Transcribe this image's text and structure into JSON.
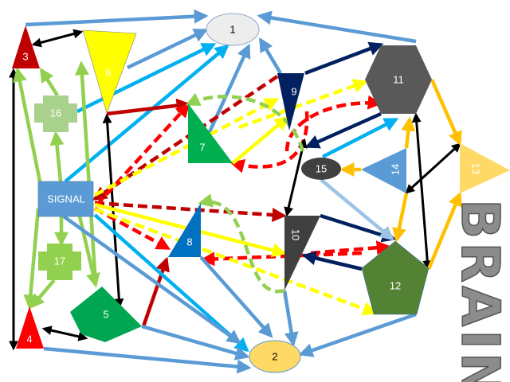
{
  "title_text": "BRAIN",
  "signal": {
    "label": "SIGNAL",
    "color": "#5b9bd5"
  },
  "nodes": {
    "n1": {
      "label": "1",
      "color": "#ededed"
    },
    "n2": {
      "label": "2",
      "color": "#ffd966"
    },
    "n3": {
      "label": "3",
      "color": "#c00000"
    },
    "n4": {
      "label": "4",
      "color": "#ff0000"
    },
    "n5": {
      "label": "5",
      "color": "#00a651"
    },
    "n6": {
      "label": "6",
      "color": "#ffff00"
    },
    "n7": {
      "label": "7",
      "color": "#00b050"
    },
    "n8": {
      "label": "8",
      "color": "#0070c0"
    },
    "n9": {
      "label": "9",
      "color": "#002060"
    },
    "n10": {
      "label": "10",
      "color": "#404040"
    },
    "n11": {
      "label": "11",
      "color": "#595959"
    },
    "n12": {
      "label": "12",
      "color": "#548235"
    },
    "n13": {
      "label": "13",
      "color": "#ffd966"
    },
    "n14": {
      "label": "14",
      "color": "#5b9bd5"
    },
    "n15": {
      "label": "15",
      "color": "#404040"
    },
    "n16": {
      "label": "16",
      "color": "#a9d18e"
    },
    "n17": {
      "label": "17",
      "color": "#92d050"
    }
  },
  "edge_colors": {
    "steel": "#5b9bd5",
    "sky": "#00b0f0",
    "black": "#000000",
    "green": "#92d050",
    "darkred": "#c00000",
    "red": "#ff0000",
    "yellow": "#ffff00",
    "navy": "#002060",
    "orange": "#ffc000",
    "pale": "#9dc3e6"
  },
  "edges": [
    {
      "from": "3",
      "to": "1",
      "color": "steel",
      "style": "solid"
    },
    {
      "from": "6",
      "to": "1",
      "color": "steel",
      "style": "solid"
    },
    {
      "from": "16",
      "to": "1",
      "color": "sky",
      "style": "solid"
    },
    {
      "from": "SIGNAL",
      "to": "1",
      "color": "sky",
      "style": "solid"
    },
    {
      "from": "7",
      "to": "1",
      "color": "steel",
      "style": "solid"
    },
    {
      "from": "9",
      "to": "1",
      "color": "steel",
      "style": "solid"
    },
    {
      "from": "11",
      "to": "1",
      "color": "steel",
      "style": "solid"
    },
    {
      "from": "3",
      "to": "6",
      "color": "black",
      "style": "both"
    },
    {
      "from": "4",
      "to": "3",
      "color": "black",
      "style": "both"
    },
    {
      "from": "4",
      "to": "5",
      "color": "black",
      "style": "both"
    },
    {
      "from": "5",
      "to": "6",
      "color": "black",
      "style": "both"
    },
    {
      "from": "SIGNAL",
      "to": "3",
      "color": "green",
      "style": "solid"
    },
    {
      "from": "16",
      "to": "3",
      "color": "green",
      "style": "solid"
    },
    {
      "from": "SIGNAL",
      "to": "16",
      "color": "green",
      "style": "solid"
    },
    {
      "from": "5",
      "to": "6",
      "color": "green",
      "style": "solid"
    },
    {
      "from": "SIGNAL",
      "to": "17",
      "color": "green",
      "style": "solid"
    },
    {
      "from": "17",
      "to": "4",
      "color": "green",
      "style": "solid"
    },
    {
      "from": "SIGNAL",
      "to": "4",
      "color": "green",
      "style": "solid"
    },
    {
      "from": "SIGNAL",
      "to": "5",
      "color": "green",
      "style": "solid"
    },
    {
      "from": "6",
      "to": "7",
      "color": "darkred",
      "style": "solid"
    },
    {
      "from": "5",
      "to": "8",
      "color": "darkred",
      "style": "solid"
    },
    {
      "from": "9",
      "to": "SIGNAL",
      "color": "darkred",
      "style": "dashed"
    },
    {
      "from": "SIGNAL",
      "to": "10",
      "color": "darkred",
      "style": "dashed"
    },
    {
      "from": "SIGNAL",
      "to": "7",
      "color": "red",
      "style": "dashed"
    },
    {
      "from": "SIGNAL",
      "to": "8",
      "color": "red",
      "style": "dashed"
    },
    {
      "from": "12",
      "to": "8",
      "color": "red",
      "style": "dashed"
    },
    {
      "from": "10",
      "to": "12",
      "color": "red",
      "style": "dashed"
    },
    {
      "from": "9",
      "to": "7",
      "color": "red",
      "style": "dashed-curve"
    },
    {
      "from": "15",
      "to": "11",
      "color": "red",
      "style": "dashed-curve"
    },
    {
      "from": "SIGNAL",
      "to": "9",
      "color": "yellow",
      "style": "dashed"
    },
    {
      "from": "7",
      "to": "11",
      "color": "yellow",
      "style": "dashed"
    },
    {
      "from": "7",
      "to": "9",
      "color": "yellow",
      "style": "solid"
    },
    {
      "from": "SIGNAL",
      "to": "10",
      "color": "yellow",
      "style": "solid"
    },
    {
      "from": "SIGNAL",
      "to": "12",
      "color": "yellow",
      "style": "dashed"
    },
    {
      "from": "SIGNAL",
      "to": "2",
      "color": "sky",
      "style": "solid"
    },
    {
      "from": "5",
      "to": "2",
      "color": "steel",
      "style": "solid"
    },
    {
      "from": "SIGNAL",
      "to": "2",
      "color": "steel",
      "style": "solid"
    },
    {
      "from": "8",
      "to": "2",
      "color": "steel",
      "style": "solid"
    },
    {
      "from": "10",
      "to": "2",
      "color": "steel",
      "style": "solid"
    },
    {
      "from": "12",
      "to": "2",
      "color": "steel",
      "style": "solid"
    },
    {
      "from": "4",
      "to": "2",
      "color": "steel",
      "style": "solid"
    },
    {
      "from": "9",
      "to": "11",
      "color": "navy",
      "style": "solid"
    },
    {
      "from": "11",
      "to": "9",
      "color": "navy",
      "style": "solid"
    },
    {
      "from": "10",
      "to": "12",
      "color": "navy",
      "style": "solid"
    },
    {
      "from": "12",
      "to": "10",
      "color": "navy",
      "style": "solid"
    },
    {
      "from": "15",
      "to": "11",
      "color": "sky",
      "style": "solid"
    },
    {
      "from": "9",
      "to": "10",
      "color": "black",
      "style": "both"
    },
    {
      "from": "11",
      "to": "12",
      "color": "black",
      "style": "both"
    },
    {
      "from": "13",
      "to": "14",
      "color": "black",
      "style": "both"
    },
    {
      "from": "11",
      "to": "13",
      "color": "orange",
      "style": "solid"
    },
    {
      "from": "14",
      "to": "15",
      "color": "orange",
      "style": "solid"
    },
    {
      "from": "14",
      "to": "11",
      "color": "orange",
      "style": "solid"
    },
    {
      "from": "14",
      "to": "12",
      "color": "orange",
      "style": "solid"
    },
    {
      "from": "12",
      "to": "13",
      "color": "orange",
      "style": "solid"
    },
    {
      "from": "15",
      "to": "12",
      "color": "pale",
      "style": "solid"
    },
    {
      "from": "15",
      "to": "7",
      "color": "green",
      "style": "dashed-curve"
    },
    {
      "from": "10",
      "to": "8",
      "color": "green",
      "style": "dashed-curve"
    }
  ]
}
